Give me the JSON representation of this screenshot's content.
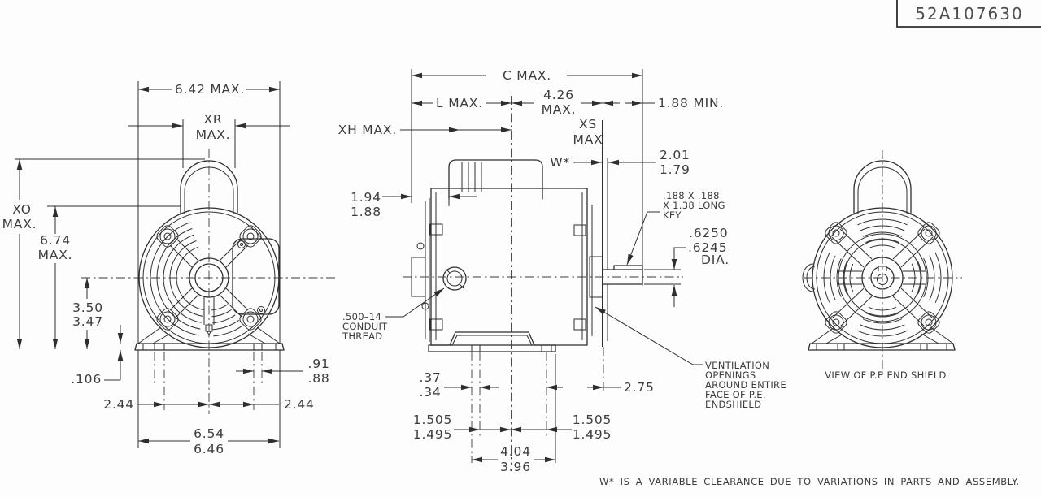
{
  "title_block": {
    "part_number": "52A107630"
  },
  "front_view": {
    "dims": {
      "w642": "6.42  MAX.",
      "xr1": "XR",
      "xr2": "MAX.",
      "xo1": "XO",
      "xo2": "MAX.",
      "h674a": "6.74",
      "h674b": "MAX.",
      "d350a": "3.50",
      "d350b": "3.47",
      "t106": ".106",
      "s91a": ".91",
      "s91b": ".88",
      "b244l": "2.44",
      "b244r": "2.44",
      "f654a": "6.54",
      "f654b": "6.46"
    }
  },
  "side_view": {
    "dims": {
      "cmax": "C  MAX.",
      "lmax": "L  MAX.",
      "d426a": "4.26",
      "d426b": "MAX.",
      "min188": "1.88  MIN.",
      "xh": "XH  MAX.",
      "xs1": "XS",
      "xs2": "MAX",
      "w": "W*",
      "d201a": "2.01",
      "d201b": "1.79",
      "d194a": "1.94",
      "d194b": "1.88",
      "dia1": ".6250",
      "dia2": ".6245",
      "dia3": "DIA.",
      "d37a": ".37",
      "d37b": ".34",
      "d275": "2.75",
      "sl1a": "1.505",
      "sl1b": "1.495",
      "sr1a": "1.505",
      "sr1b": "1.495",
      "d404a": "4.04",
      "d404b": "3.96"
    },
    "key_note": [
      ".188 X .188",
      "X 1.38 LONG",
      "KEY"
    ],
    "conduit_note": [
      ".500–14",
      "CONDUIT",
      "THREAD"
    ],
    "vent_note": [
      "VENTILATION",
      "OPENINGS",
      "AROUND ENTIRE",
      "FACE OF P.E.",
      "ENDSHIELD"
    ]
  },
  "pe_view": {
    "caption": "VIEW OF P.E END SHIELD"
  },
  "notes": {
    "footnote": "W* IS A VARIABLE CLEARANCE DUE TO VARIATIONS IN PARTS AND ASSEMBLY."
  }
}
